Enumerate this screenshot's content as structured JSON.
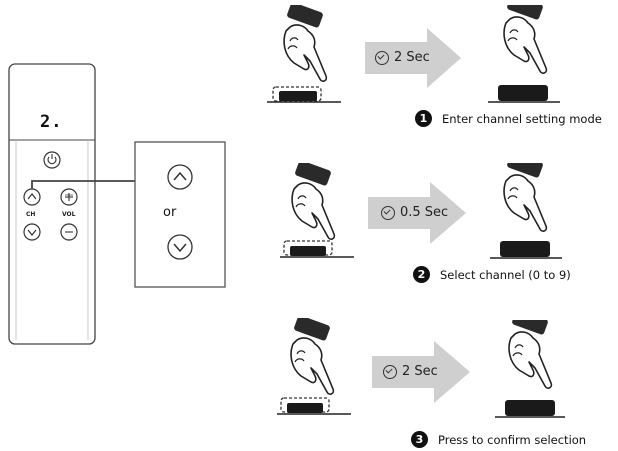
{
  "remote": {
    "display_digit": "2.",
    "ch_label": "CH",
    "vol_label": "VOL"
  },
  "callout": {
    "or_label": "or"
  },
  "steps": [
    {
      "number": "1",
      "duration": "2 Sec",
      "caption": "Enter channel setting mode"
    },
    {
      "number": "2",
      "duration": "0.5 Sec",
      "caption": "Select channel (0 to 9)"
    },
    {
      "number": "3",
      "duration": "2 Sec",
      "caption": "Press to confirm selection"
    }
  ],
  "icons": {
    "power": "power-icon",
    "ch_up": "chevron-up-icon",
    "ch_down": "chevron-down-icon",
    "vol_up": "plus-icon",
    "vol_down": "minus-icon",
    "timer": "clock-icon",
    "hand": "hand-pressing-button-icon",
    "arrow": "right-arrow-icon"
  },
  "colors": {
    "arrow_fill": "#cfcfcf",
    "button_fill": "#1a1a1a",
    "outline": "#333333",
    "callout_border": "#555555"
  }
}
